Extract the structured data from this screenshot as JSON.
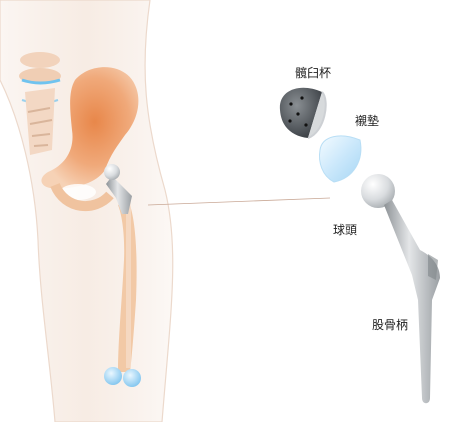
{
  "labels": {
    "acetabular_cup": "髖臼杯",
    "liner": "襯墊",
    "femoral_head": "球頭",
    "femoral_stem": "股骨柄"
  },
  "colors": {
    "skin": "#f7ece4",
    "skin_outline": "#e8d2c4",
    "bone": "#f2c9a6",
    "bone_highlight": "#e89860",
    "spine_accent": "#6fc3ef",
    "implant_metal": "#b8bcc0",
    "liner_blue": "#cde9fa"
  }
}
